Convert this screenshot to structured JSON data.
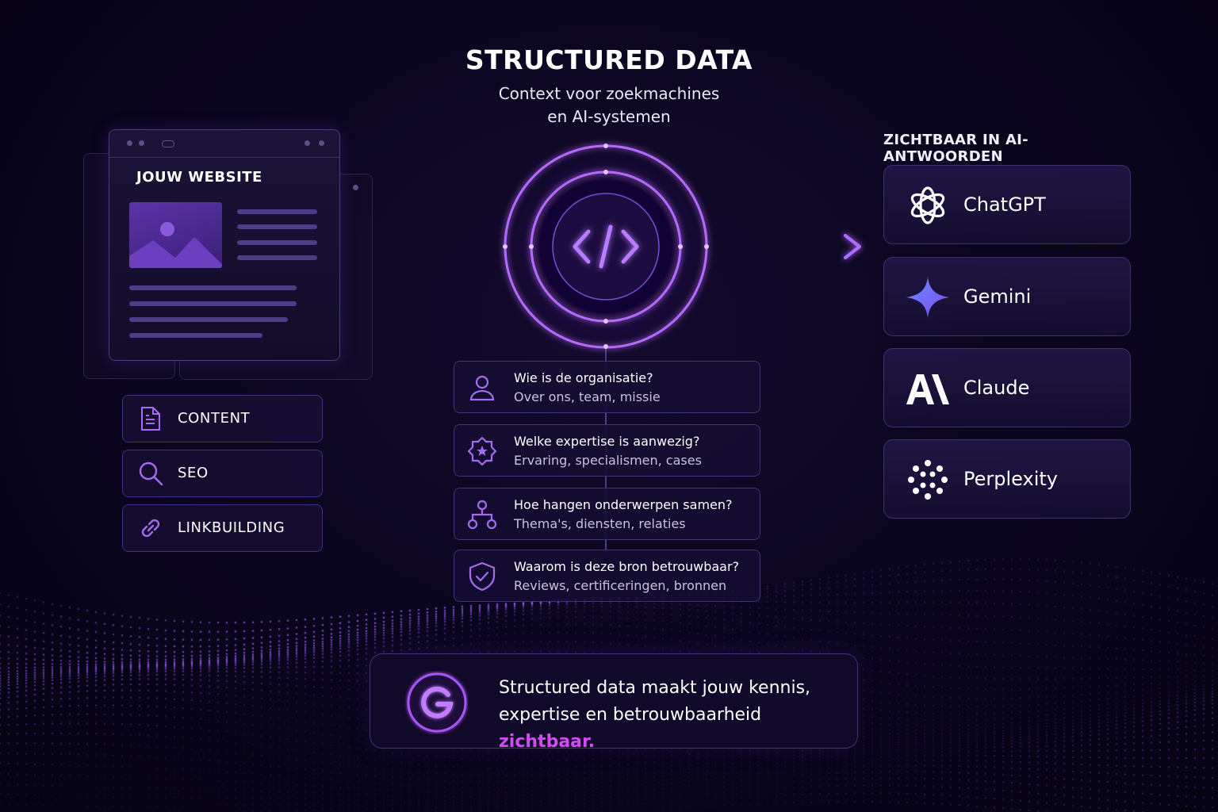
{
  "title": "STRUCTURED DATA",
  "subtitle": {
    "line1": "Context voor zoekmachines",
    "line2": "en AI-systemen"
  },
  "website": {
    "title": "JOUW WEBSITE"
  },
  "tags": [
    {
      "label": "CONTENT",
      "icon": "document-icon"
    },
    {
      "label": "SEO",
      "icon": "search-icon"
    },
    {
      "label": "LINKBUILDING",
      "icon": "link-icon"
    }
  ],
  "center": {
    "icon": "code-icon"
  },
  "questions": [
    {
      "title": "Wie is de organisatie?",
      "subtitle": "Over ons, team, missie",
      "icon": "user-icon"
    },
    {
      "title": "Welke expertise is aanwezig?",
      "subtitle": "Ervaring, specialismen, cases",
      "icon": "star-badge-icon"
    },
    {
      "title": "Hoe hangen onderwerpen samen?",
      "subtitle": "Thema's, diensten, relaties",
      "icon": "hierarchy-icon"
    },
    {
      "title": "Waarom is deze bron betrouwbaar?",
      "subtitle": "Reviews, certificeringen, bronnen",
      "icon": "shield-check-icon"
    }
  ],
  "ai_section": {
    "heading": "ZICHTBAAR IN AI-ANTWOORDEN",
    "items": [
      {
        "name": "ChatGPT",
        "icon": "chatgpt-icon"
      },
      {
        "name": "Gemini",
        "icon": "gemini-icon"
      },
      {
        "name": "Claude",
        "icon": "claude-icon"
      },
      {
        "name": "Perplexity",
        "icon": "perplexity-icon"
      }
    ]
  },
  "banner": {
    "icon": "google-g-icon",
    "line1": "Structured data maakt jouw kennis,",
    "line2_prefix": "expertise en betrouwbaarheid ",
    "line2_highlight": "zichtbaar."
  },
  "colors": {
    "background": "#0b0620",
    "accent": "#a855f7",
    "highlight": "#d04df0",
    "card_border": "#3e3478"
  }
}
